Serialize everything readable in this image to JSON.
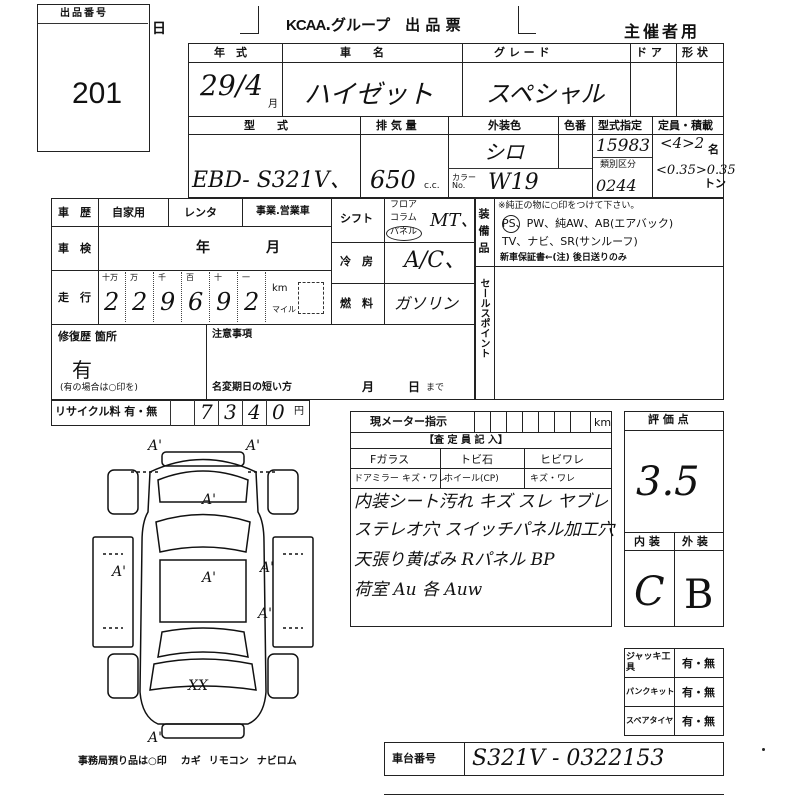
{
  "lot": {
    "label": "出品番号",
    "number": "201"
  },
  "form": {
    "title_logo": "KCAA",
    "title_rest": ".グループ　出 品 票",
    "role": "主催者用",
    "stray_mark": "日"
  },
  "vehicle": {
    "headers": {
      "year": "年　式",
      "name": "車　　名",
      "grade": "グ レ ー ド",
      "door": "ド ア",
      "shape": "形 状"
    },
    "year": "29/4",
    "year_unit": "月",
    "name": "ハイゼット",
    "grade": "スペシャル",
    "type_headers": {
      "model": "型　　式",
      "displacement": "排 気 量",
      "ext_color": "外装色",
      "color_no": "色番",
      "type_spec": "型式指定",
      "capacity": "定員・積載"
    },
    "model": "EBD- S321V、",
    "displacement": "650",
    "cc": "c.c.",
    "ext_color": "シロ",
    "color_label": "カラー No.",
    "color_no": "W19",
    "type_spec": "15983",
    "class_label": "類別区分",
    "class_no": "0244",
    "capacity": "<4>2",
    "capacity_unit": "名",
    "load": "<0.35>0.35",
    "load_unit": "トン"
  },
  "history": {
    "label": "車　歴",
    "options": [
      "自家用",
      "レンタ",
      "事業.営業車"
    ],
    "inspection_label": "車　検",
    "inspection_year": "年",
    "inspection_month": "月",
    "mileage_label": "走　行",
    "digit_labels": [
      "十万",
      "万",
      "千",
      "百",
      "十",
      "一"
    ],
    "mileage_digits": [
      "2",
      "2",
      "9",
      "6",
      "9",
      "2"
    ],
    "km": "km",
    "mile": "マイル"
  },
  "shift": {
    "label": "シフト",
    "options": [
      "フロア",
      "コラム",
      "パネル"
    ],
    "value": "MT、"
  },
  "aircon": {
    "label": "冷　房",
    "value": "A/C、"
  },
  "fuel": {
    "label": "燃　料",
    "value": "ガソリン"
  },
  "equipment": {
    "label": "装備品",
    "note": "※純正の物に○印をつけて下さい。",
    "line1": "PS、PW、純AW、AB(エアバック)",
    "line2": "TV、ナビ、SR(サンルーフ)",
    "line3": "新車保証書←(注) 後日送りのみ"
  },
  "sales_point": {
    "label": "セールスポイント"
  },
  "repair": {
    "label": "修復歴 箇所",
    "value": "有",
    "note": "(有の場合は○印を)"
  },
  "notes": {
    "label": "注意事項",
    "rename_label": "名変期日の短い方",
    "month": "月",
    "day": "日",
    "until": "まで"
  },
  "recycle": {
    "label": "リサイクル料 有・無",
    "digits": [
      "",
      "7",
      "3",
      "4",
      "0"
    ],
    "unit": "円"
  },
  "meter": {
    "label": "現メーター指示",
    "unit": "km"
  },
  "inspector": {
    "label": "【査 定 員 記 入】",
    "items": [
      "Fガラス",
      "トビ石",
      "ヒビワレ",
      "ドアミラー",
      "キズ・ワレ",
      "ホイール(CP)",
      "キズ・ワレ"
    ],
    "remarks": [
      "内装シート汚れ キズ スレ ヤブレ",
      "ステレオ穴 スイッチパネル加工穴",
      "天張り黄ばみ Rパネル BP",
      "荷室 Au 各 Auw"
    ]
  },
  "score": {
    "label": "評 価 点",
    "value": "3.5",
    "interior_label": "内 装",
    "exterior_label": "外 装",
    "interior": "C",
    "exterior": "B"
  },
  "accessories": [
    {
      "label": "ジャッキ工具",
      "value": "有・無"
    },
    {
      "label": "パンクキット",
      "value": "有・無"
    },
    {
      "label": "スペアタイヤ",
      "value": "有・無"
    }
  ],
  "diagram": {
    "marks": [
      "A'",
      "A'",
      "A'",
      "A'",
      "A'",
      "A'",
      "A'",
      "A'",
      "XX"
    ]
  },
  "office": {
    "label": "事務局預り品は○印",
    "items": [
      "カギ",
      "リモコン",
      "ナビロム"
    ]
  },
  "chassis": {
    "label": "車台番号",
    "value": "S321V - 0322153"
  }
}
